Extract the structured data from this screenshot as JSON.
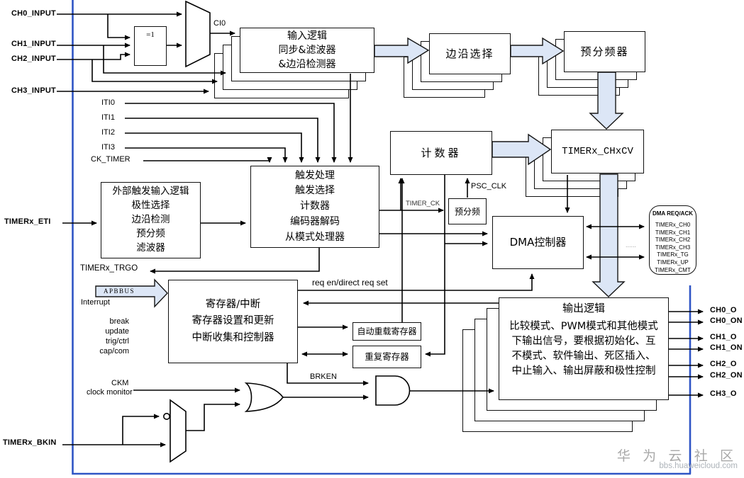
{
  "labels": {
    "ch0_input": "CH0_INPUT",
    "ch1_input": "CH1_INPUT",
    "ch2_input": "CH2_INPUT",
    "ch3_input": "CH3_INPUT",
    "xor": "=1",
    "ci0": "CI0",
    "iti0": "ITI0",
    "iti1": "ITI1",
    "iti2": "ITI2",
    "iti3": "ITI3",
    "ck_timer": "CK_TIMER",
    "timerx_eti": "TIMERx_ETI",
    "timerx_trgo": "TIMERx_TRGO",
    "apbbus": "APBBUS",
    "interrupt": "Interrupt",
    "brk": "break",
    "update": "update",
    "trig_ctrl": "trig/ctrl",
    "cap_com": "cap/com",
    "ckm": "CKM",
    "clock_monitor": "clock monitor",
    "timerx_bkin": "TIMERx_BKIN",
    "brken": "BRKEN",
    "timer_ck": "TIMER_CK",
    "psc_clk": "PSC_CLK",
    "req_en": "req en/direct req set",
    "dots": "......",
    "ch0_o": "CH0_O",
    "ch0_on": "CH0_ON",
    "ch1_o": "CH1_O",
    "ch1_on": "CH1_ON",
    "ch2_o": "CH2_O",
    "ch2_on": "CH2_ON",
    "ch3_o": "CH3_O"
  },
  "blocks": {
    "input_logic": "输入逻辑\n同步&滤波器\n&边沿检测器",
    "edge_select": "边沿选择",
    "prescaler": "预分频器",
    "counter": "计数器",
    "chxcv": "TIMERx_CHxCV",
    "trigger": "触发处理\n触发选择\n计数器\n编码器解码\n从模式处理器",
    "ext_trigger": "外部触发输入逻辑\n极性选择\n边沿检测\n预分频\n滤波器",
    "psc_small": "预分频",
    "dma_ctrl": "DMA控制器",
    "registers": "寄存器/中断\n寄存器设置和更新\n中断收集和控制器",
    "auto_reload": "自动重载寄存器",
    "repetition": "重复寄存器",
    "output_logic_title": "输出逻辑",
    "output_logic_body": "比较模式、PWM模式和其他模式\n下输出信号，要根据初始化、互\n不模式、软件输出、死区插入、\n中止输入、输出屏蔽和极性控制"
  },
  "dma_req": {
    "title": "DMA REQ/ACK",
    "items": [
      "TIMERx_CH0",
      "TIMERx_CH1",
      "TIMERx_CH2",
      "TIMERx_CH3",
      "TIMERx_TG",
      "TIMERx_UP",
      "TIMERx_CMT"
    ]
  },
  "watermark": {
    "line1": "华 为 云 社 区",
    "line2": "bbs.huaweicloud.com"
  },
  "colors": {
    "frame_blue": "#2f55c5",
    "arrow_fill": "#dce6f6",
    "watermark_gray": "#a8a8a8"
  }
}
